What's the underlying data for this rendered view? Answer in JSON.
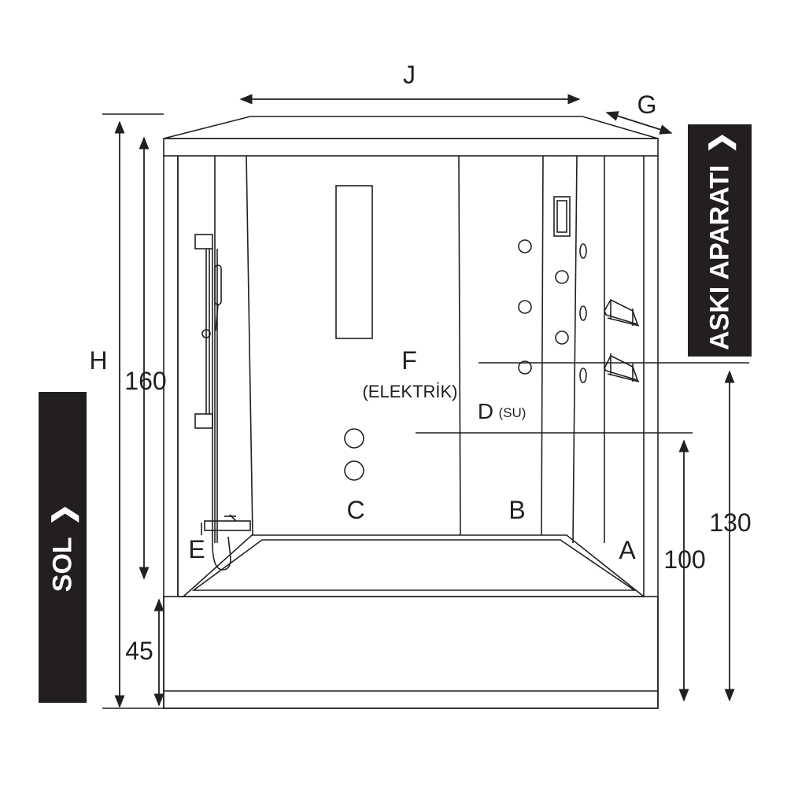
{
  "dimensions": {
    "width_label": "J",
    "depth_label": "G",
    "height_label": "H",
    "cabin_height": "160",
    "tray_height": "45",
    "water_height": "100",
    "electric_height": "130"
  },
  "connections": {
    "a": "A",
    "b": "B",
    "c": "C",
    "d": "D",
    "d_note": "(SU)",
    "e": "E",
    "f": "F",
    "f_note": "(ELEKTRİK)"
  },
  "tabs": {
    "left": "SOL",
    "right": "ASKI APARATI"
  },
  "colors": {
    "line": "#231f20",
    "tab_background": "#231f20",
    "tab_text": "#ffffff"
  }
}
